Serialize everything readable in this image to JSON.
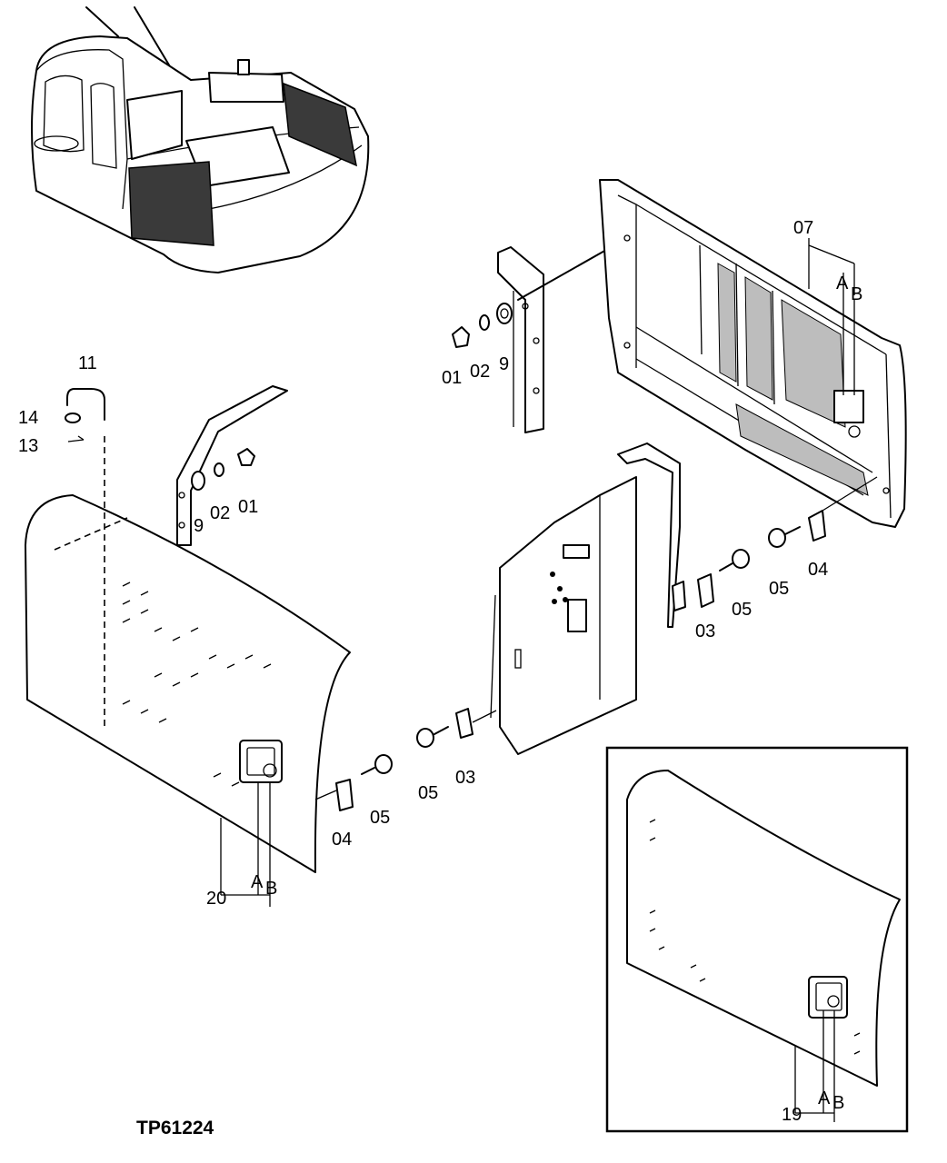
{
  "drawing": {
    "id": "TP61224"
  },
  "callouts": {
    "c01_upper": "01",
    "c02_upper": "02",
    "c9_upper": "9",
    "c07": "07",
    "c07_a": "A",
    "c07_b": "B",
    "c11": "11",
    "c14": "14",
    "c13": "13",
    "c9_left": "9",
    "c02_left": "02",
    "c01_left": "01",
    "c05_right": "05",
    "c04_right": "04",
    "c05_mid": "05",
    "c03_mid": "03",
    "c05_door": "05",
    "c03_door": "03",
    "c04_left": "04",
    "c05_left": "05",
    "c20": "20",
    "c20_a": "A",
    "c20_b": "B",
    "c19": "19",
    "c19_a": "A",
    "c19_b": "B"
  }
}
